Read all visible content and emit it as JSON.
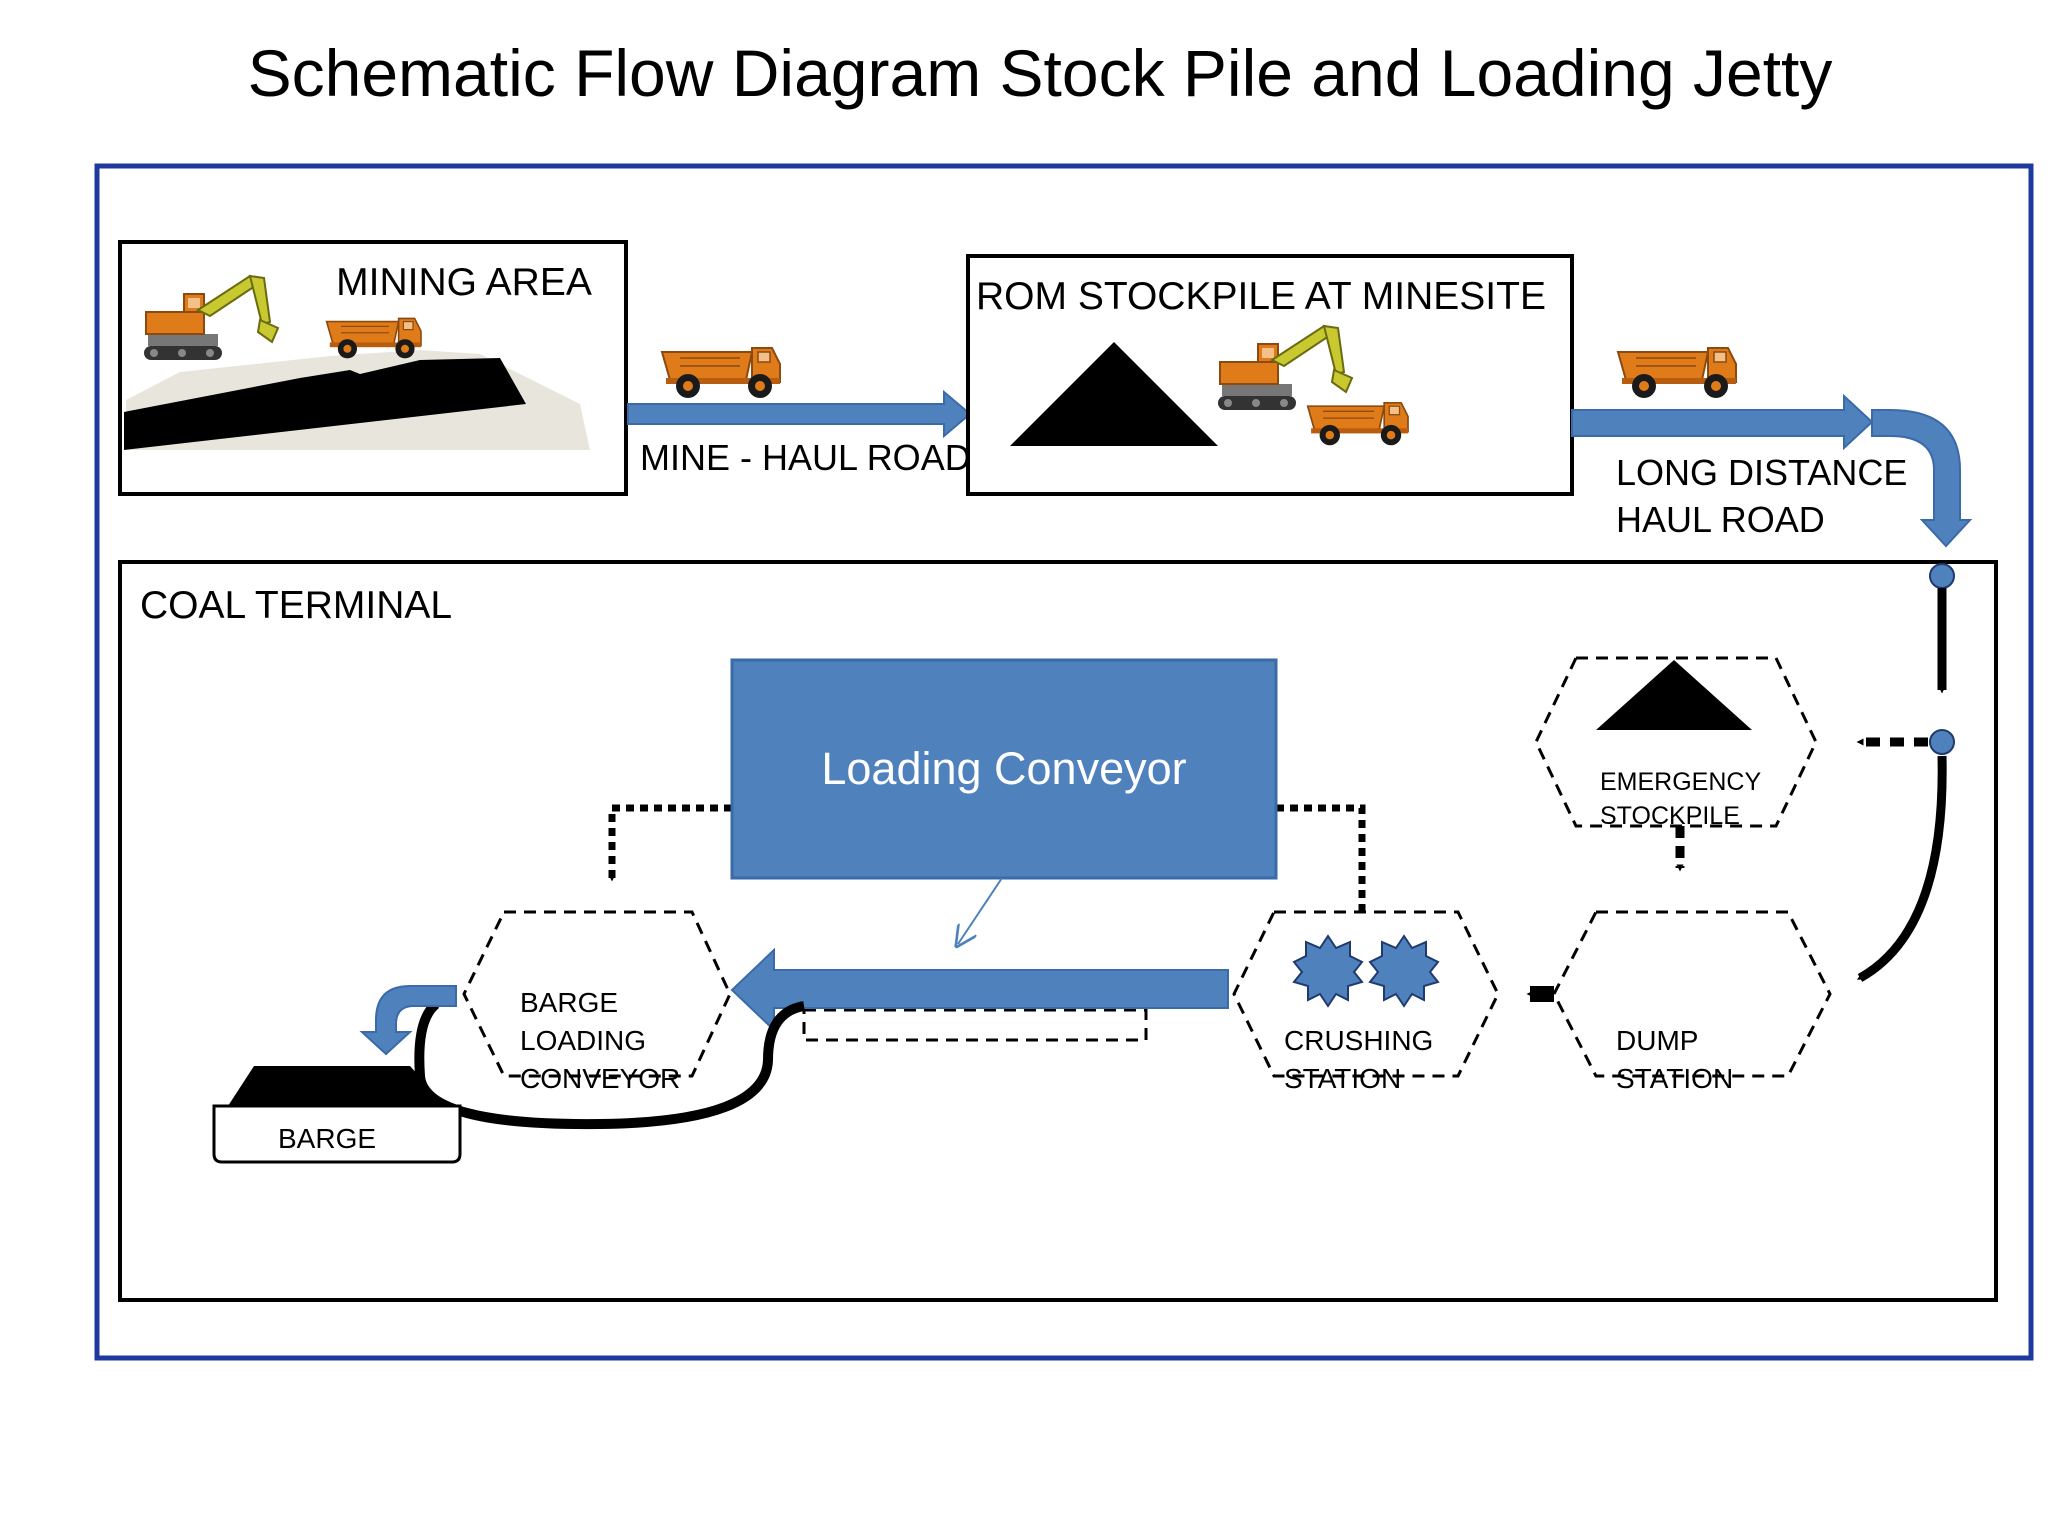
{
  "title": "Schematic Flow Diagram Stock Pile and Loading Jetty",
  "nodes": {
    "mining_area": "MINING AREA",
    "rom_stockpile": "ROM STOCKPILE AT MINESITE",
    "coal_terminal": "COAL TERMINAL",
    "emergency_stockpile": [
      "EMERGENCY",
      "STOCKPILE"
    ],
    "dump_station": [
      "DUMP",
      "STATION"
    ],
    "crushing_station": [
      "CRUSHING",
      "STATION"
    ],
    "barge_loading_conveyor": [
      "BARGE",
      "LOADING",
      "CONVEYOR"
    ],
    "barge": "BARGE",
    "loading_conveyor": "Loading Conveyor"
  },
  "edges": {
    "mine_haul_road": "MINE - HAUL ROAD",
    "long_distance_haul_road": [
      "LONG DISTANCE",
      "HAUL ROAD"
    ]
  },
  "colors": {
    "frame_blue": "#1f3a9e",
    "arrow_blue": "#4f81bd",
    "arrow_blue_stroke": "#3a6aa8",
    "truck_orange": "#e07b1a",
    "excavator_yellow": "#c8c830",
    "ground": "#e8e6dc"
  }
}
